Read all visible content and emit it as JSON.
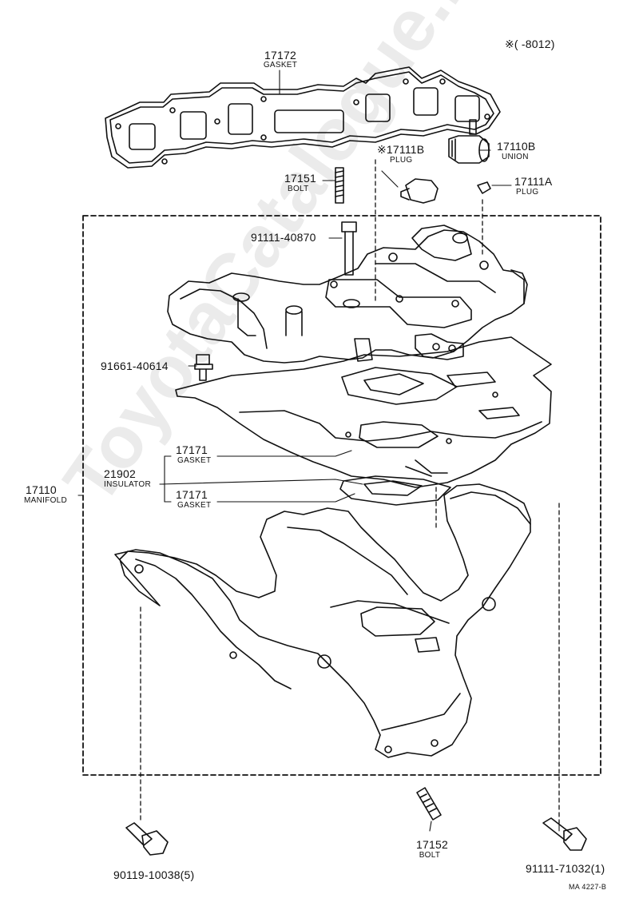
{
  "note_mark": "※(      -8012)",
  "parts": {
    "gasket_top": {
      "num": "17172",
      "name": "GASKET"
    },
    "plug_b": {
      "num": "※17111B",
      "name": "PLUG"
    },
    "union": {
      "num": "17110B",
      "name": "UNION"
    },
    "bolt_upper": {
      "num": "17151",
      "name": "BOLT"
    },
    "plug_a": {
      "num": "17111A",
      "name": "PLUG"
    },
    "bolt_91111_40870": {
      "num": "91111-40870"
    },
    "bolt_91661_40614": {
      "num": "91661-40614"
    },
    "gasket_upper": {
      "num": "17171",
      "name": "GASKET"
    },
    "insulator": {
      "num": "21902",
      "name": "INSULATOR"
    },
    "gasket_lower": {
      "num": "17171",
      "name": "GASKET"
    },
    "manifold": {
      "num": "17110",
      "name": "MANIFOLD"
    },
    "bolt_lower": {
      "num": "17152",
      "name": "BOLT"
    },
    "bolt_90119": {
      "num": "90119-10038(5)"
    },
    "bolt_91111_71032": {
      "num": "91111-71032(1)"
    }
  },
  "diagram_code": "MA 4227-B",
  "watermark": "ToyotaCatalogue.ru"
}
